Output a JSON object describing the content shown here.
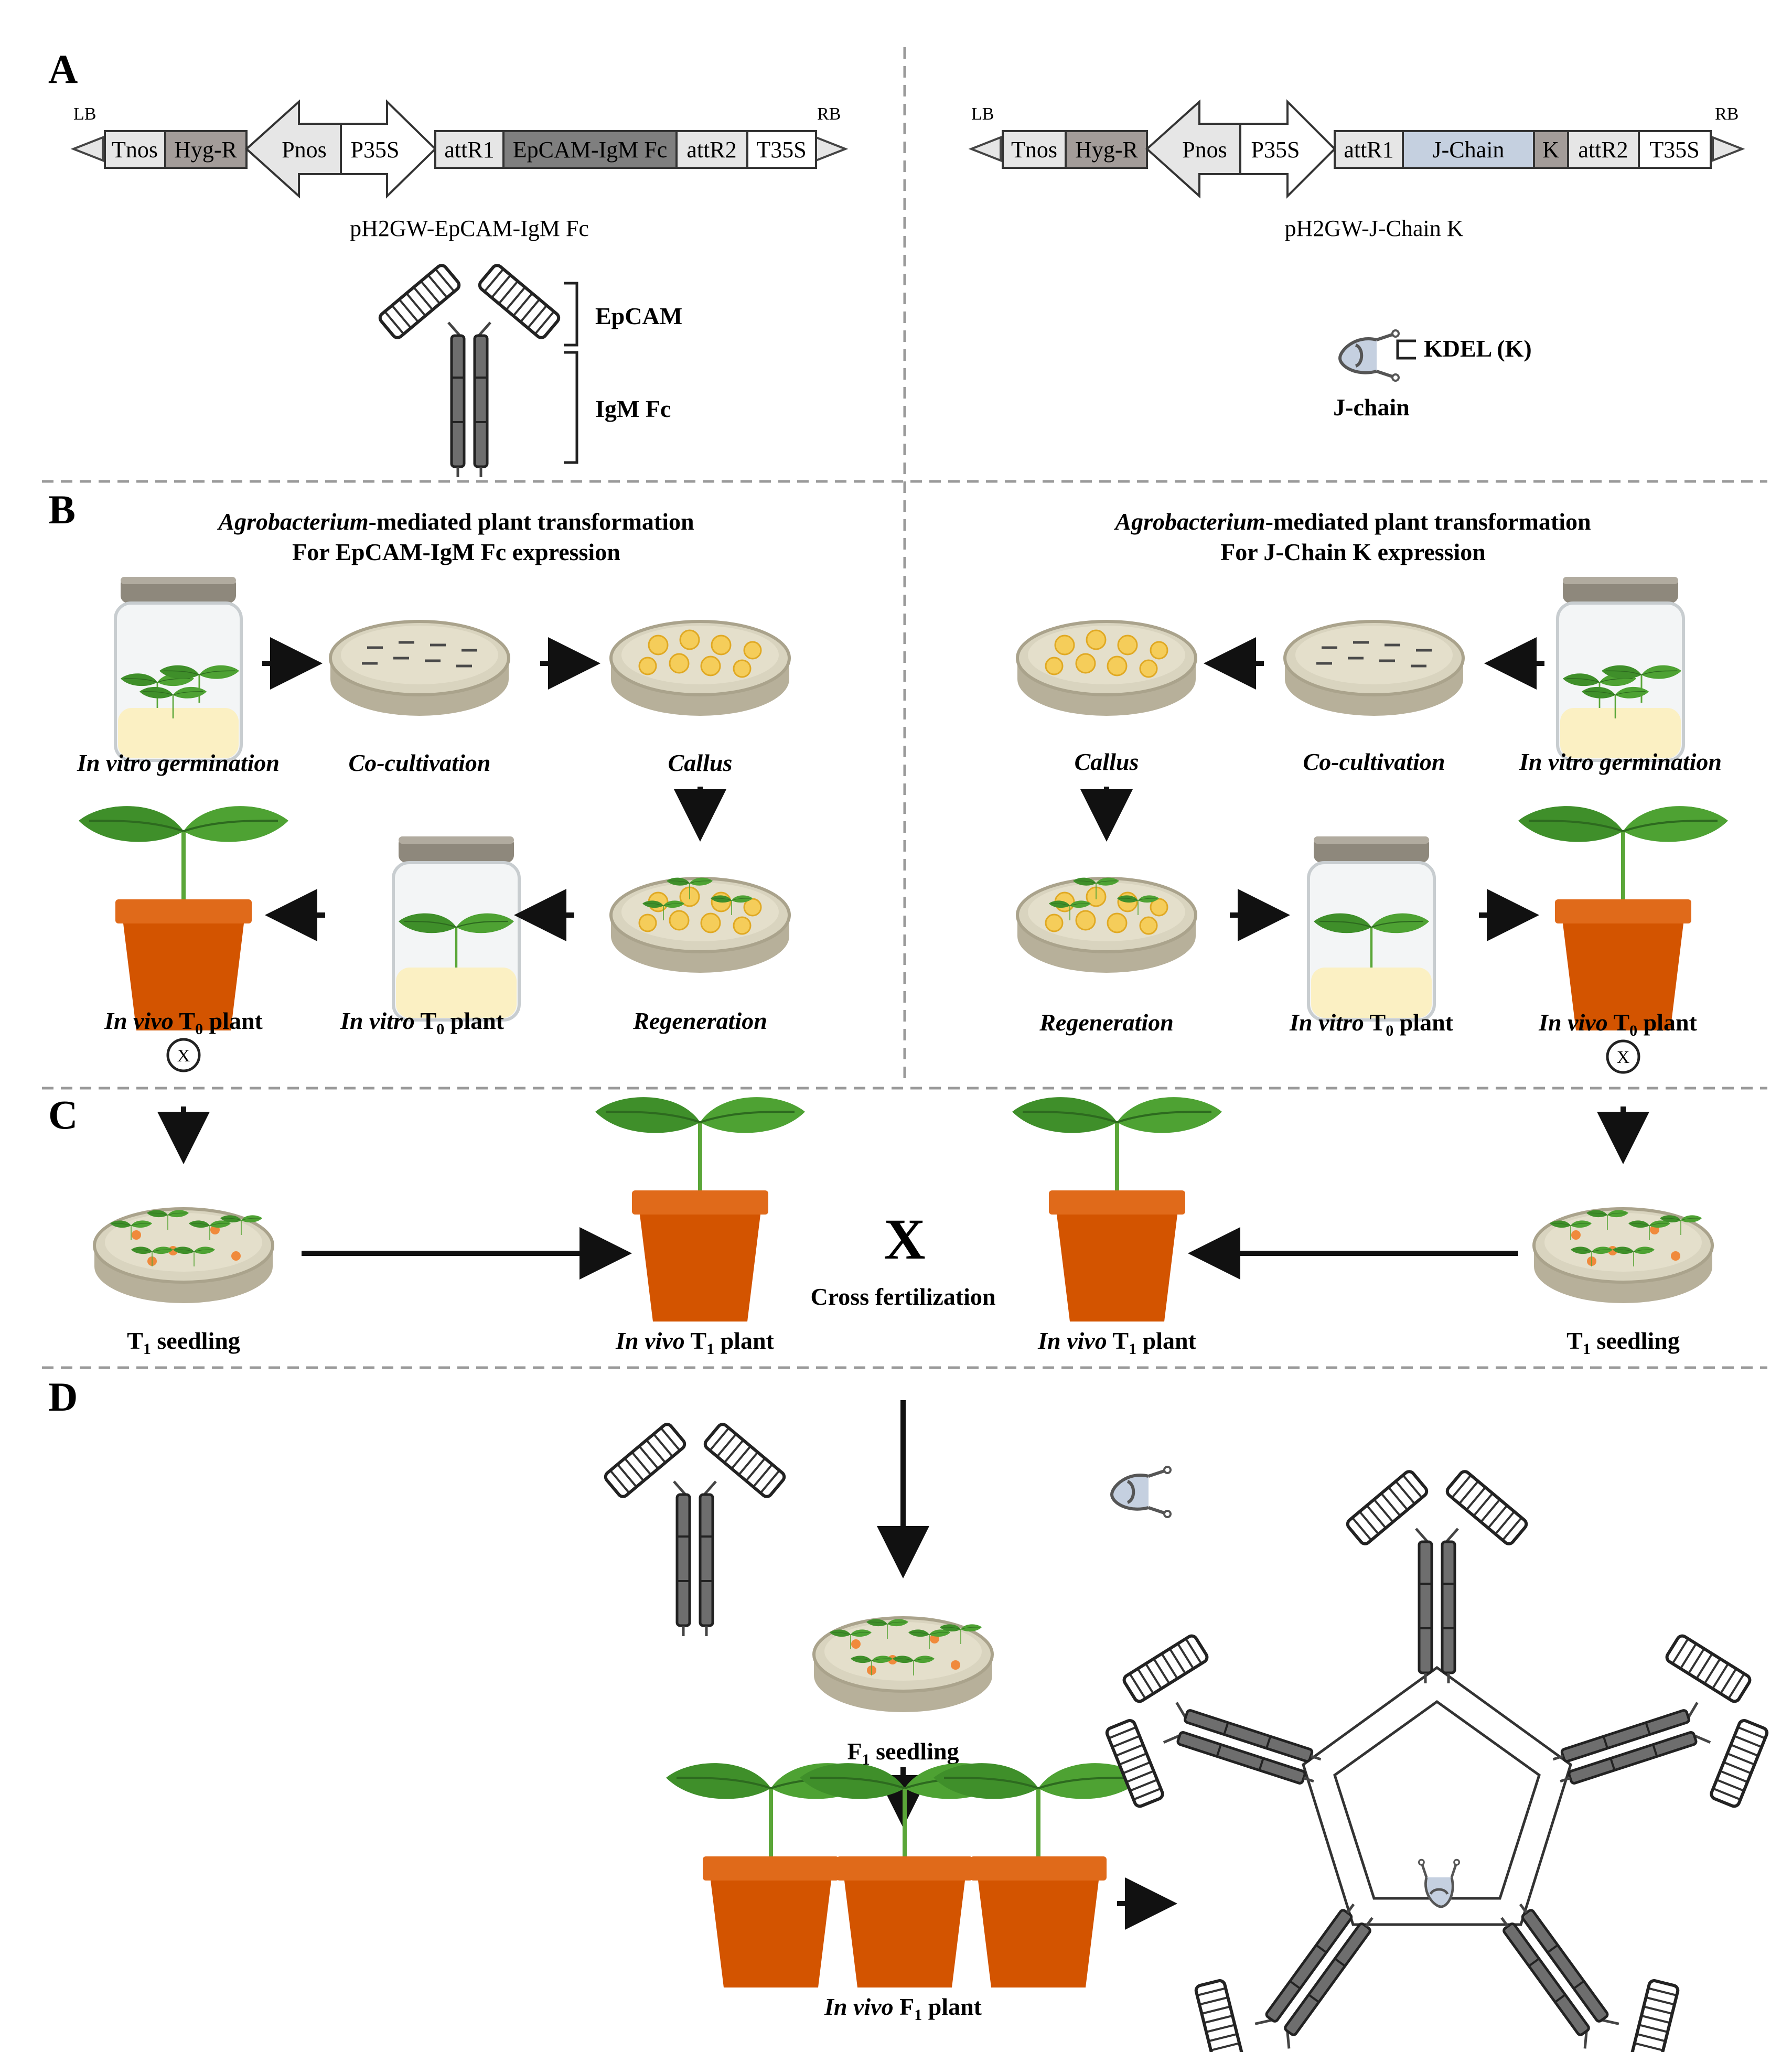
{
  "panels": {
    "a": "A",
    "b": "B",
    "c": "C",
    "d": "D"
  },
  "panel_a": {
    "left_construct": {
      "border_left": "LB",
      "border_right": "RB",
      "segments": [
        "Tnos",
        "Hyg-R",
        "Pnos",
        "P35S",
        "attR1",
        "EpCAM-IgM Fc",
        "attR2",
        "T35S"
      ],
      "name": "pH2GW-EpCAM-IgM Fc"
    },
    "right_construct": {
      "border_left": "LB",
      "border_right": "RB",
      "segments": [
        "Tnos",
        "Hyg-R",
        "Pnos",
        "P35S",
        "attR1",
        "J-Chain",
        "K",
        "attR2",
        "T35S"
      ],
      "name": "pH2GW-J-Chain K"
    },
    "antibody_labels": {
      "top": "EpCAM",
      "bottom": "IgM Fc"
    },
    "jchain_labels": {
      "kdel": "KDEL (K)",
      "name": "J-chain"
    }
  },
  "panel_b": {
    "left_title": {
      "italic": "Agrobacterium",
      "rest": "-mediated plant transformation",
      "line2": "For EpCAM-IgM Fc expression"
    },
    "right_title": {
      "italic": "Agrobacterium",
      "rest": "-mediated plant transformation",
      "line2": "For J-Chain K expression"
    },
    "steps": {
      "in_vitro_germination": "In vitro germination",
      "co_cultivation": "Co-cultivation",
      "callus": "Callus",
      "regeneration": "Regeneration",
      "in_vitro_t0_italic": "In vitro",
      "in_vivo_t0_italic": "In vivo",
      "t": "T",
      "sub0": "0",
      "plant": "plant"
    },
    "self_symbol": "X"
  },
  "panel_c": {
    "seedling": "seedling",
    "sub1": "1",
    "in_vivo": "In vivo",
    "t": "T",
    "plant": "plant",
    "cross_symbol": "X",
    "cross_label": "Cross fertilization"
  },
  "panel_d": {
    "f": "F",
    "sub1": "1",
    "seedling": "seedling",
    "in_vivo": "In vivo",
    "plant": "plant"
  },
  "colors": {
    "hyg": "#a39c99",
    "epcam_igm": "#7f7f7f",
    "jchain": "#c5d0e0",
    "light_seg": "#e6e6e6",
    "pot": "#d35400",
    "leaf": "#3f8f2a",
    "dish": "#d9d4bf"
  }
}
